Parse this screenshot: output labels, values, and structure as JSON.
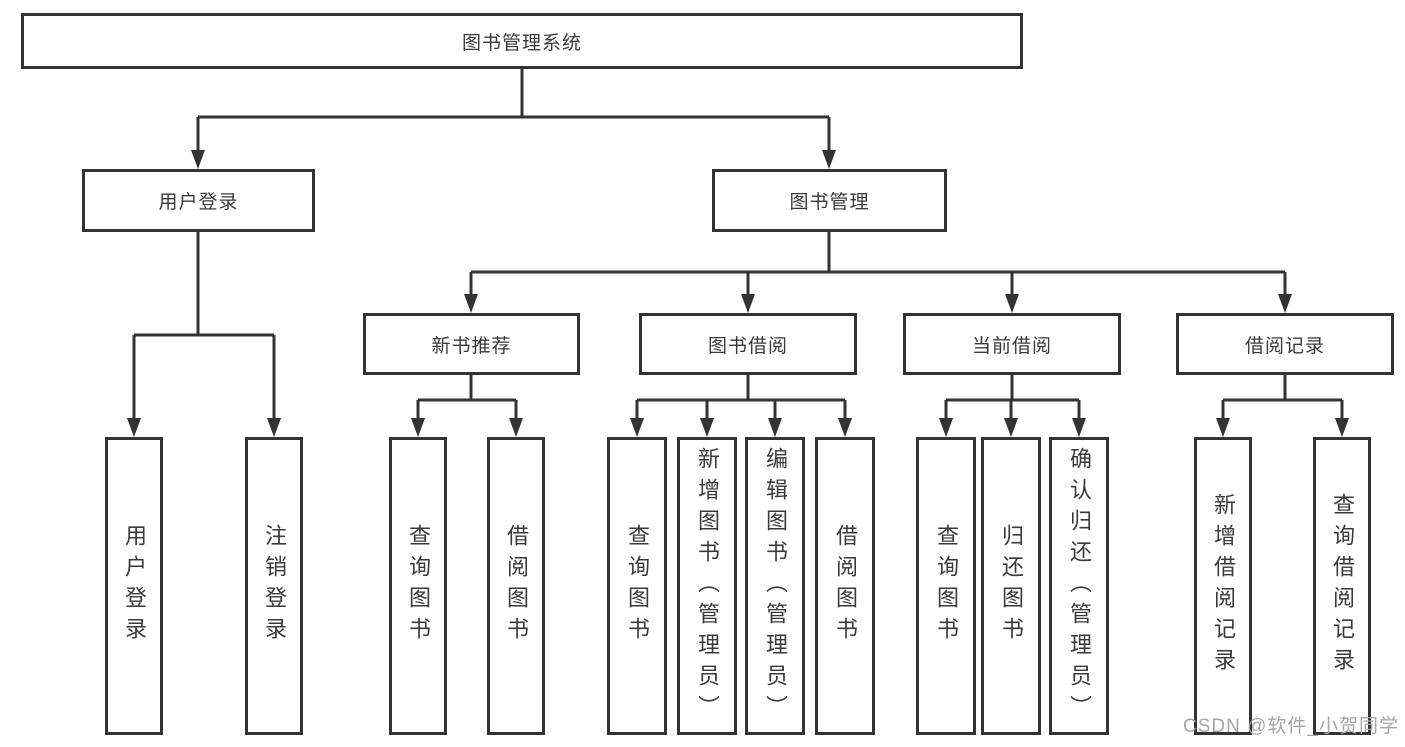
{
  "diagram": {
    "root_label": "图书管理系统",
    "user_login": {
      "label": "用户登录",
      "children": [
        "用户登录",
        "注销登录"
      ]
    },
    "book_management": {
      "label": "图书管理",
      "sections": [
        {
          "label": "新书推荐",
          "children": [
            "查询图书",
            "借阅图书"
          ]
        },
        {
          "label": "图书借阅",
          "children": [
            "查询图书",
            "新增图书（管理员）",
            "编辑图书（管理员）",
            "借阅图书"
          ]
        },
        {
          "label": "当前借阅",
          "children": [
            "查询图书",
            "归还图书",
            "确认归还（管理员）"
          ]
        },
        {
          "label": "借阅记录",
          "children": [
            "新增借阅记录",
            "查询借阅记录"
          ]
        }
      ]
    },
    "watermark": "CSDN @软件_小贺同学",
    "colors": {
      "line": "#333333",
      "text": "#3a3a3a",
      "watermark": "#a6a6a6",
      "background": "#ffffff"
    }
  }
}
